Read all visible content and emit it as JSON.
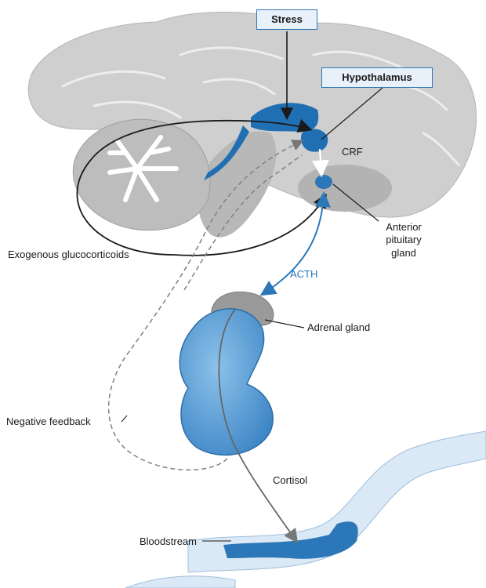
{
  "labels": {
    "stress": "Stress",
    "hypothalamus": "Hypothalamus",
    "crf": "CRF",
    "anterior_pituitary": [
      "Anterior",
      "pituitary",
      "gland"
    ],
    "exogenous": "Exogenous glucocorticoids",
    "acth": "ACTH",
    "adrenal_gland": "Adrenal gland",
    "negative_feedback": "Negative feedback",
    "cortisol": "Cortisol",
    "bloodstream": "Bloodstream"
  },
  "colors": {
    "brain_gray": "#c9c9c9",
    "blue_region": "#1f6fb2",
    "acth_arrow": "#2b77b8",
    "adrenal_blue": "#5aa0d8",
    "vessel_light": "#dbe9f6"
  }
}
